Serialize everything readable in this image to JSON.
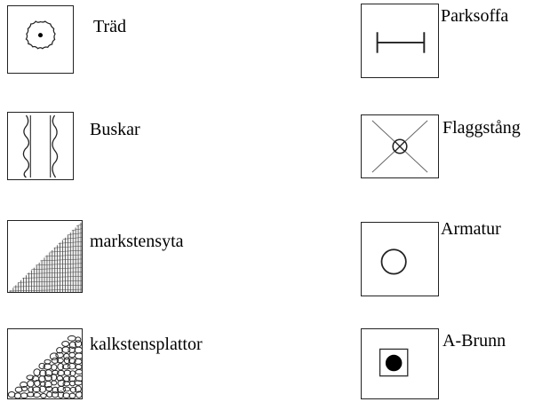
{
  "legend": {
    "items": [
      {
        "id": "trad",
        "label": "Träd",
        "icon": "tree-icon"
      },
      {
        "id": "buskar",
        "label": "Buskar",
        "icon": "shrubs-icon"
      },
      {
        "id": "markstensyta",
        "label": "markstensyta",
        "icon": "paving-stone-icon"
      },
      {
        "id": "kalkstensplattor",
        "label": "kalkstensplattor",
        "icon": "limestone-slabs-icon"
      },
      {
        "id": "parksoffa",
        "label": "Parksoffa",
        "icon": "park-bench-icon"
      },
      {
        "id": "flaggstang",
        "label": "Flaggstång",
        "icon": "flagpole-icon"
      },
      {
        "id": "armatur",
        "label": "Armatur",
        "icon": "light-fixture-icon"
      },
      {
        "id": "abrunn",
        "label": "A-Brunn",
        "icon": "drain-well-icon"
      }
    ]
  }
}
